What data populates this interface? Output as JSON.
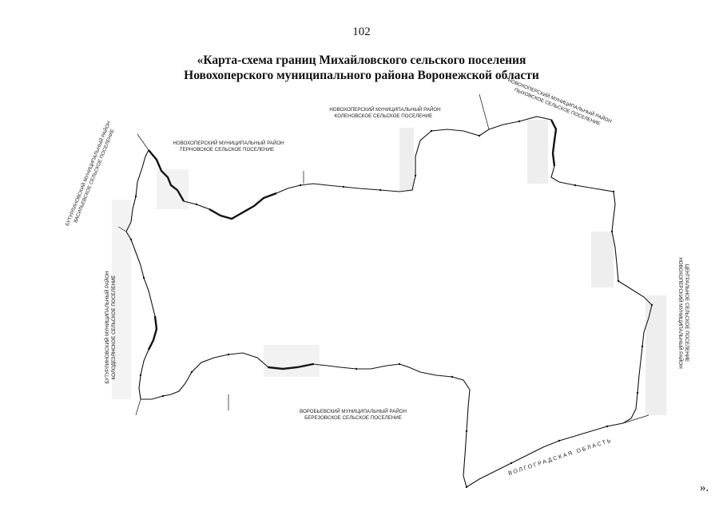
{
  "page_number": "102",
  "title": {
    "line1": "«Карта-схема границ Михайловского сельского поселения",
    "line2": "Новохоперского муниципального района Воронежской области"
  },
  "neighbor_labels": {
    "top_center_1": "НОВОХОПЕРСКИЙ МУНИЦИПАЛЬНЫЙ РАЙОН",
    "top_center_2": "КОЛЕНОВСКОЕ СЕЛЬСКОЕ ПОСЕЛЕНИЕ",
    "top_left_1": "НОВОХОПЕРСКИЙ МУНИЦИПАЛЬНЫЙ РАЙОН",
    "top_left_2": "ТЕРНОВСКОЕ СЕЛЬСКОЕ ПОСЕЛЕНИЕ",
    "top_right_1": "НОВОХОПЕРСКИЙ МУНИЦИПАЛЬНЫЙ РАЙОН",
    "top_right_2": "ПЫХОВСКОЕ СЕЛЬСКОЕ ПОСЕЛЕНИЕ",
    "left_upper_1": "БУТУРЛИНОВСКИЙ МУНИЦИПАЛЬНЫЙ РАЙОН",
    "left_upper_2": "ВАСИЛЬЕВСКОЕ СЕЛЬСКОЕ ПОСЕЛЕНИЕ",
    "left_lower_1": "БУТУРЛИНОВСКИЙ МУНИЦИПАЛЬНЫЙ РАЙОН",
    "left_lower_2": "КОЛОДЕЗЯНСКОЕ СЕЛЬСКОЕ ПОСЕЛЕНИЕ",
    "right_1": "НОВОХОПЕРСКИЙ МУНИЦИПАЛЬНЫЙ РАЙОН",
    "right_2": "ЦЕНТРАЛЬНОЕ СЕЛЬСКОЕ ПОСЕЛЕНИЕ",
    "bottom_1": "ВОРОБЬЕВСКИЙ МУНИЦИПАЛЬНЫЙ РАЙОН",
    "bottom_2": "БЕРЕЗОВСКОЕ СЕЛЬСКОЕ ПОСЕЛЕНИЕ",
    "bottom_region": "ВОЛГОГРАДСКАЯ ОБЛАСТЬ"
  },
  "closing_mark": "».",
  "colors": {
    "boundary": "#111111",
    "text": "#222222",
    "background": "#ffffff"
  }
}
